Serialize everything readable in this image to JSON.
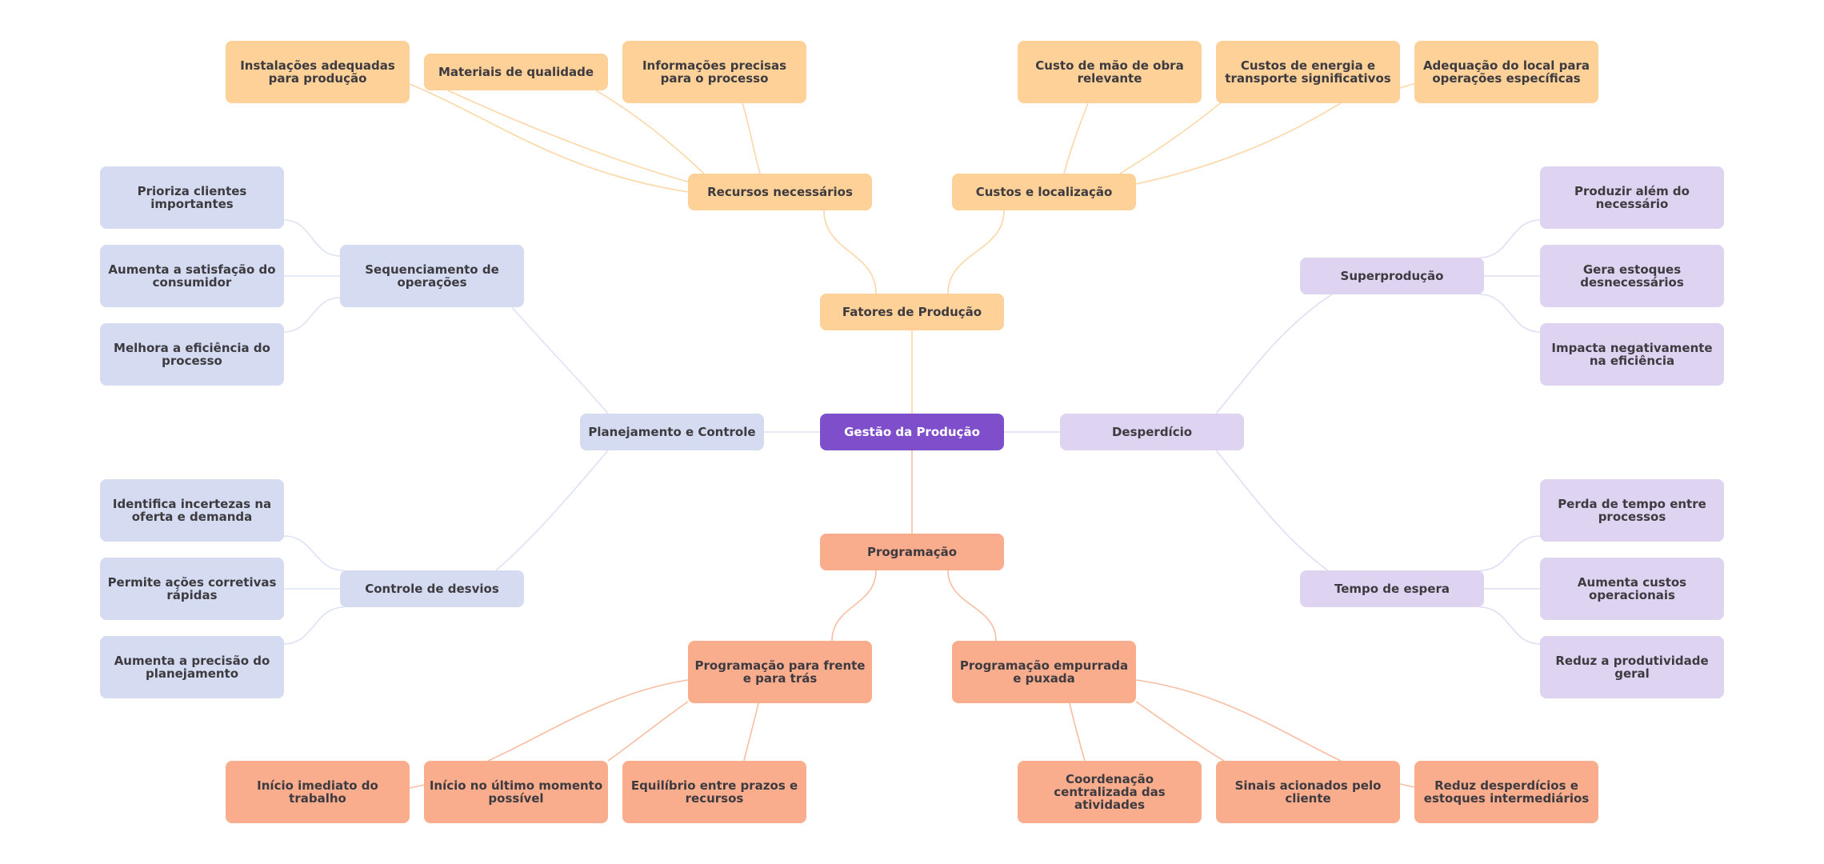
{
  "colors": {
    "root": "#7f4fcb",
    "fatores": "#fdd197",
    "programacao": "#f9ad8d",
    "planejamento": "#d5dcf1",
    "desperdicio": "#ded3f1",
    "edge_fatores": "#fdd7a8",
    "edge_programacao": "#f9bda2",
    "edge_planejamento": "#dde3f4",
    "edge_desperdicio": "#e4dcf4"
  },
  "root": {
    "label": "Gestão da Produção"
  },
  "branches": {
    "fatores": {
      "label": "Fatores de Produção",
      "children": [
        {
          "label": "Recursos necessários",
          "children": [
            "Instalações adequadas para produção",
            "Materiais de qualidade",
            "Informações precisas para o processo"
          ]
        },
        {
          "label": "Custos e localização",
          "children": [
            "Custo de mão de obra relevante",
            "Custos de energia e transporte significativos",
            "Adequação do local para operações específicas"
          ]
        }
      ]
    },
    "planejamento": {
      "label": "Planejamento e Controle",
      "children": [
        {
          "label": "Sequenciamento de operações",
          "children": [
            "Prioriza clientes importantes",
            "Aumenta a satisfação do consumidor",
            "Melhora a eficiência do processo"
          ]
        },
        {
          "label": "Controle de desvios",
          "children": [
            "Identifica incertezas na oferta e demanda",
            "Permite ações corretivas rápidas",
            "Aumenta a precisão do planejamento"
          ]
        }
      ]
    },
    "desperdicio": {
      "label": "Desperdício",
      "children": [
        {
          "label": "Superprodução",
          "children": [
            "Produzir além do necessário",
            "Gera estoques desnecessários",
            "Impacta negativamente na eficiência"
          ]
        },
        {
          "label": "Tempo de espera",
          "children": [
            "Perda de tempo entre processos",
            "Aumenta custos operacionais",
            "Reduz a produtividade geral"
          ]
        }
      ]
    },
    "programacao": {
      "label": "Programação",
      "children": [
        {
          "label": "Programação para frente e para trás",
          "children": [
            "Início imediato do trabalho",
            "Início no último momento possível",
            "Equilíbrio entre prazos e recursos"
          ]
        },
        {
          "label": "Programação empurrada e puxada",
          "children": [
            "Coordenação centralizada das atividades",
            "Sinais acionados pelo cliente",
            "Reduz desperdícios e estoques intermediários"
          ]
        }
      ]
    }
  }
}
